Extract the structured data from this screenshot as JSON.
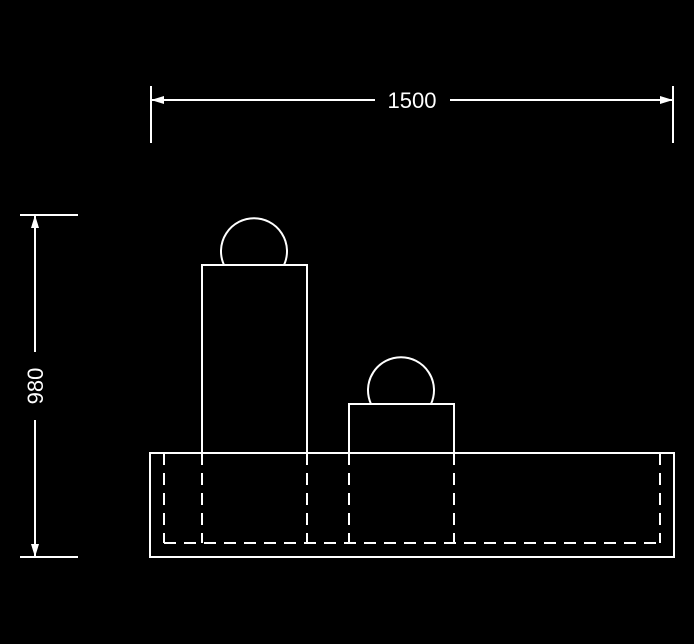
{
  "drawing": {
    "background_color": "#000000",
    "line_color": "#ffffff",
    "dimensions": {
      "width_label": "1500",
      "height_label": "980"
    },
    "components": [
      "base-basin",
      "inner-basin-hidden-outline",
      "tall-pillar",
      "tall-pillar-sphere",
      "short-pillar",
      "short-pillar-sphere"
    ]
  }
}
